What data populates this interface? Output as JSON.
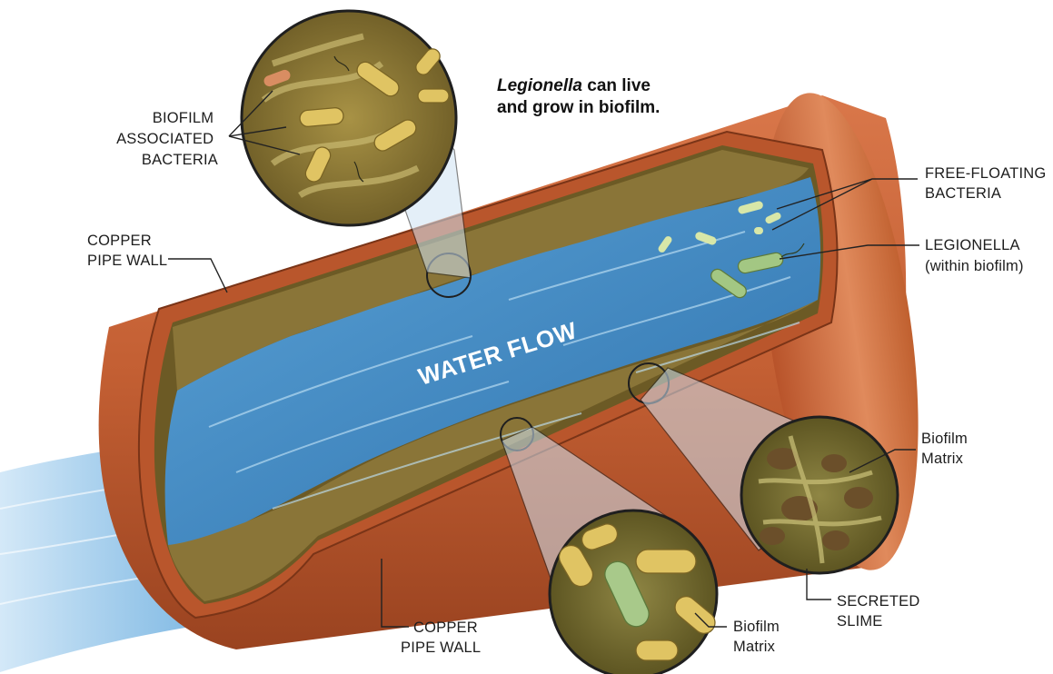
{
  "headline": {
    "italic_part": "Legionella",
    "rest_line1": " can live",
    "line2": "and grow in biofilm."
  },
  "center_label": "WATER FLOW",
  "labels": {
    "biofilm_associated_bacteria": [
      "BIOFILM",
      "ASSOCIATED",
      "BACTERIA"
    ],
    "copper_pipe_wall_left": [
      "COPPER",
      "PIPE WALL"
    ],
    "copper_pipe_wall_bottom": [
      "COPPER",
      "PIPE WALL"
    ],
    "free_floating_bacteria": [
      "FREE-FLOATING",
      "BACTERIA"
    ],
    "legionella_within_biofilm": [
      "LEGIONELLA",
      "(within biofilm)"
    ],
    "biofilm_matrix_right": [
      "Biofilm",
      "Matrix"
    ],
    "secreted_slime": [
      "SECRETED",
      "SLIME"
    ],
    "biofilm_matrix_bottom": [
      "Biofilm",
      "Matrix"
    ]
  },
  "colors": {
    "copper": "#c8643a",
    "copper_dark": "#8e3d1c",
    "water": "#3f89c4",
    "water_light": "#8cc1e6",
    "biofilm": "#8a7538",
    "biofilm_dark": "#5e4e22",
    "bacteria": "#d8bb5a",
    "legionella": "#9fc27e"
  }
}
